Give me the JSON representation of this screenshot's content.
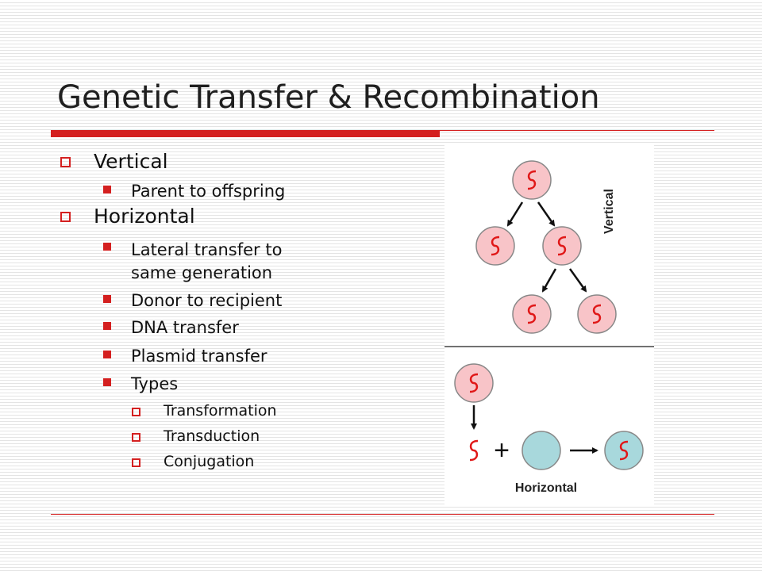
{
  "slide": {
    "title": "Genetic Transfer & Recombination",
    "accent_color": "#d42020"
  },
  "bullets": {
    "vertical": {
      "label": "Vertical",
      "sub": [
        "Parent to offspring"
      ]
    },
    "horizontal": {
      "label": "Horizontal",
      "sub": [
        "Lateral transfer to",
        "same generation",
        "Donor to recipient",
        "DNA transfer",
        "Plasmid transfer",
        "Types"
      ],
      "types": [
        "Transformation",
        "Transduction",
        "Conjugation"
      ]
    }
  },
  "figure": {
    "vertical_label": "Vertical",
    "horizontal_label": "Horizontal",
    "plus_symbol": "+",
    "cell_color": "#f8c4c8",
    "recipient_color": "#a8d8dc",
    "dna_color": "#e01818"
  }
}
